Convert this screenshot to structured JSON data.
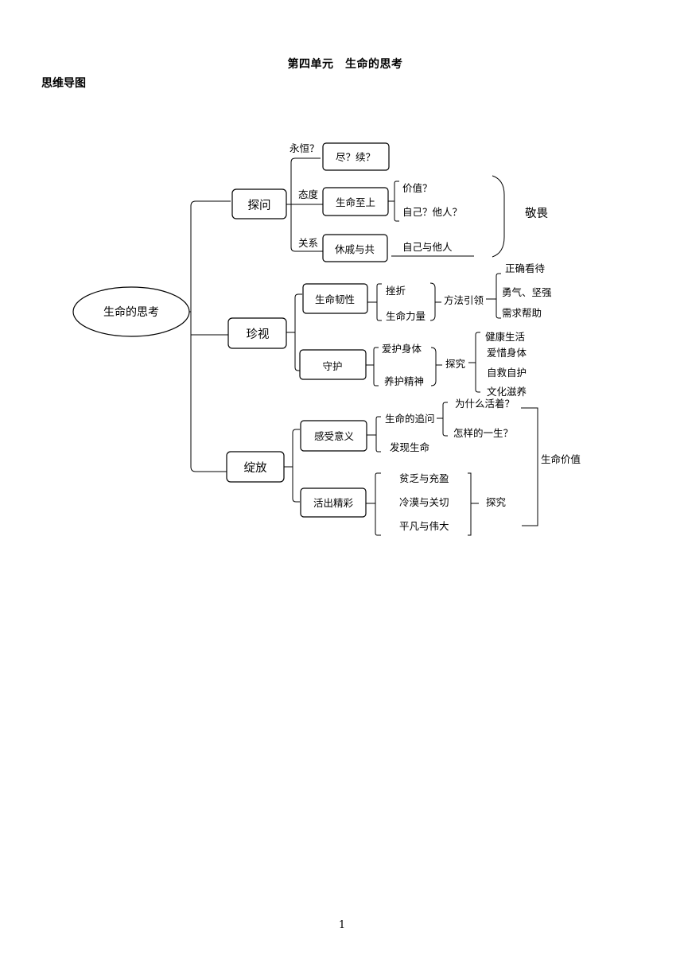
{
  "doc": {
    "title": "第四单元　生命的思考",
    "subtitle": "思维导图",
    "page_number": "1"
  },
  "map": {
    "root": "生命的思考",
    "branch1": {
      "label": "探问",
      "q1": "永恒？",
      "q1_box": "尽？续？",
      "q2": "态度",
      "q2_box": "生命至上",
      "q2_a": "价值？",
      "q2_b": "自己？他人？",
      "q3": "关系",
      "q3_box": "休戚与共",
      "q3_line": "自己与他人",
      "summary": "敬畏"
    },
    "branch2": {
      "label": "珍视",
      "sub1": "生命韧性",
      "sub1_a": "挫折",
      "sub1_b": "生命力量",
      "sub1_method": "方法引领",
      "sub1_m1": "正确看待",
      "sub1_m2": "勇气、坚强",
      "sub1_m3": "需求帮助",
      "sub2": "守护",
      "sub2_a": "爱护身体",
      "sub2_b": "养护精神",
      "sub2_explore": "探究",
      "sub2_e1": "健康生活",
      "sub2_e2": "爱惜身体",
      "sub2_e3": "自救自护",
      "sub2_e4": "文化滋养"
    },
    "branch3": {
      "label": "绽放",
      "sub1": "感受意义",
      "sub1_a": "生命的追问",
      "sub1_a1": "为什么活着？",
      "sub1_a2": "怎样的一生？",
      "sub1_b": "发现生命",
      "sub2": "活出精彩",
      "sub2_a": "贫乏与充盈",
      "sub2_b": "冷漠与关切",
      "sub2_c": "平凡与伟大",
      "sub2_explore": "探究",
      "summary": "生命价值"
    }
  }
}
